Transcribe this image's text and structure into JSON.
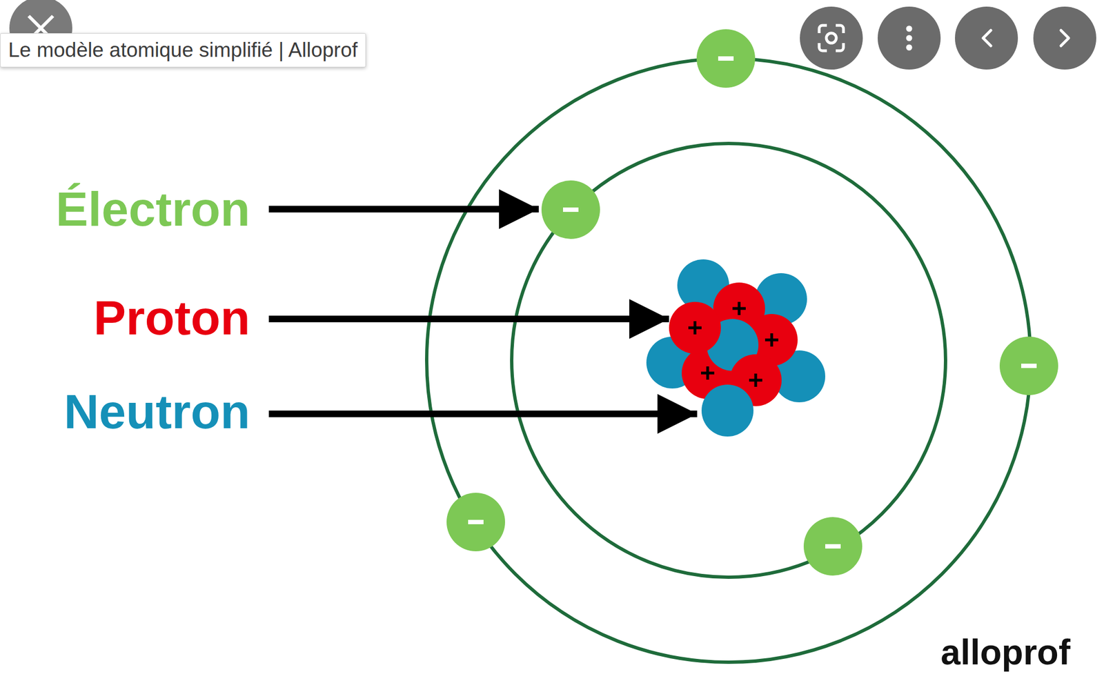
{
  "diagram": {
    "nodes": [
      {
        "text": [
          "Le modèle atomique simplifié | Alloprof"
        ]
      }
    ],
    "labels": [
      "Électron",
      "Proton",
      "Neutron",
      "alloprof"
    ]
  }
}
